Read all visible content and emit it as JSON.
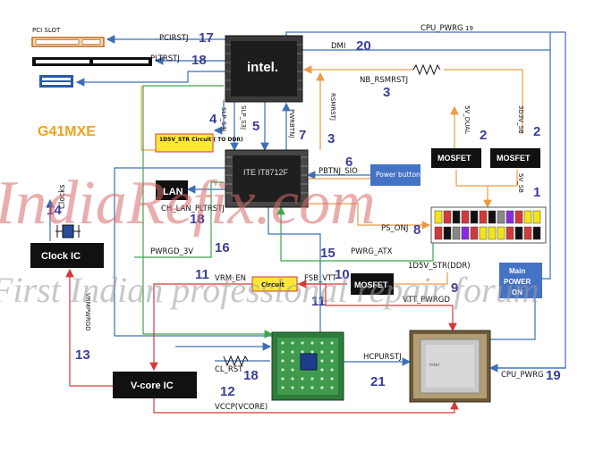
{
  "board_name": "G41MXE",
  "slots": {
    "pci_slot": "PCI SLOT"
  },
  "chips": {
    "intel_logo": "intel.",
    "super_io_marking": "ITE IT8712F",
    "lan": "LAN",
    "clock_ic": "Clock IC",
    "vcore_ic": "V-core IC",
    "mosfet": "MOSFET",
    "power_button": "Power button",
    "main_power_on": "Main POWER ON",
    "circuit": "Circuit",
    "str_circuit": "1D5V_STR Circuit ( TO DDR)"
  },
  "signals": {
    "pcirstj": "PCIRSTJ",
    "pcirstj_num": "17",
    "pltrstj": "PLTRSTJ",
    "pltrstj_num": "18",
    "dmi": "DMI",
    "dmi_num": "20",
    "cpu_pwrg_top": "CPU_PWRG",
    "cpu_pwrg_top_num": "19",
    "nb_rsmrstj": "NB_RSMRSTJ",
    "nb_rsmrstj_num": "3",
    "rsmrstj": "RSMRSTJ",
    "rsmrstj_num": "3",
    "5v_dual": "5V_DUAL",
    "5v_dual_num": "2",
    "3d3v_sb": "3D3V_SB",
    "3d3v_sb_num": "2",
    "5v_sb": "5V_SB",
    "5v_sb_num": "1",
    "slp_s4j": "SLP_S4J",
    "slp_s4j_num": "4",
    "slp_s3j": "SLP_S3J",
    "slp_s3j_num": "5",
    "pwrbtnj": "PWRBTNJ",
    "pwrbtnj_num": "7",
    "pbtnj_sio": "PBTNJ_SIO",
    "pbtnj_sio_num": "6",
    "ps_onj": "PS_ONJ",
    "ps_onj_num": "8",
    "clocks": "Clocks",
    "clocks_num": "14",
    "ch_lan_pltrstj": "CH_LAN_PLTRSTJ",
    "ch_lan_num": "18",
    "pwrgd_3v": "PWRGD_3V",
    "pwrgd_3v_num": "16",
    "pwrg_atx": "PWRG_ATX",
    "pwrg_atx_num": "15",
    "vrm_en": "VRM_EN",
    "vrm_en_num": "11",
    "fsb_vtt": "FSB_VTT",
    "fsb_vtt_num": "10",
    "1d5v_str": "1D5V_STR(DDR)",
    "1d5v_str_num": "9",
    "vtt_pwrgd": "VTT_PWRGD",
    "vtt_pwrgd_num": "11",
    "vrmpwrgd": "VRMPWRGD",
    "vrmpwrgd_num": "13",
    "cl_rst": "CL_RST",
    "cl_rst_num": "18",
    "hcpurstj": "HCPURSTJ",
    "hcpurstj_num": "21",
    "vccp": "VCCP(VCORE)",
    "vccp_num": "12",
    "cpu_pwrg_bottom": "CPU_PWRG",
    "cpu_pwrg_bottom_num": "19"
  },
  "watermark": {
    "line1": "IndiaRefix.com",
    "line2": "First Indian professional repair forum"
  },
  "colors": {
    "blue_line": "#3d6fb5",
    "red_line": "#d23a3a",
    "green_line": "#3aa64d",
    "orange_line": "#ee9a44",
    "board_name": "#f0a21b",
    "label_number": "#3b3f99"
  }
}
